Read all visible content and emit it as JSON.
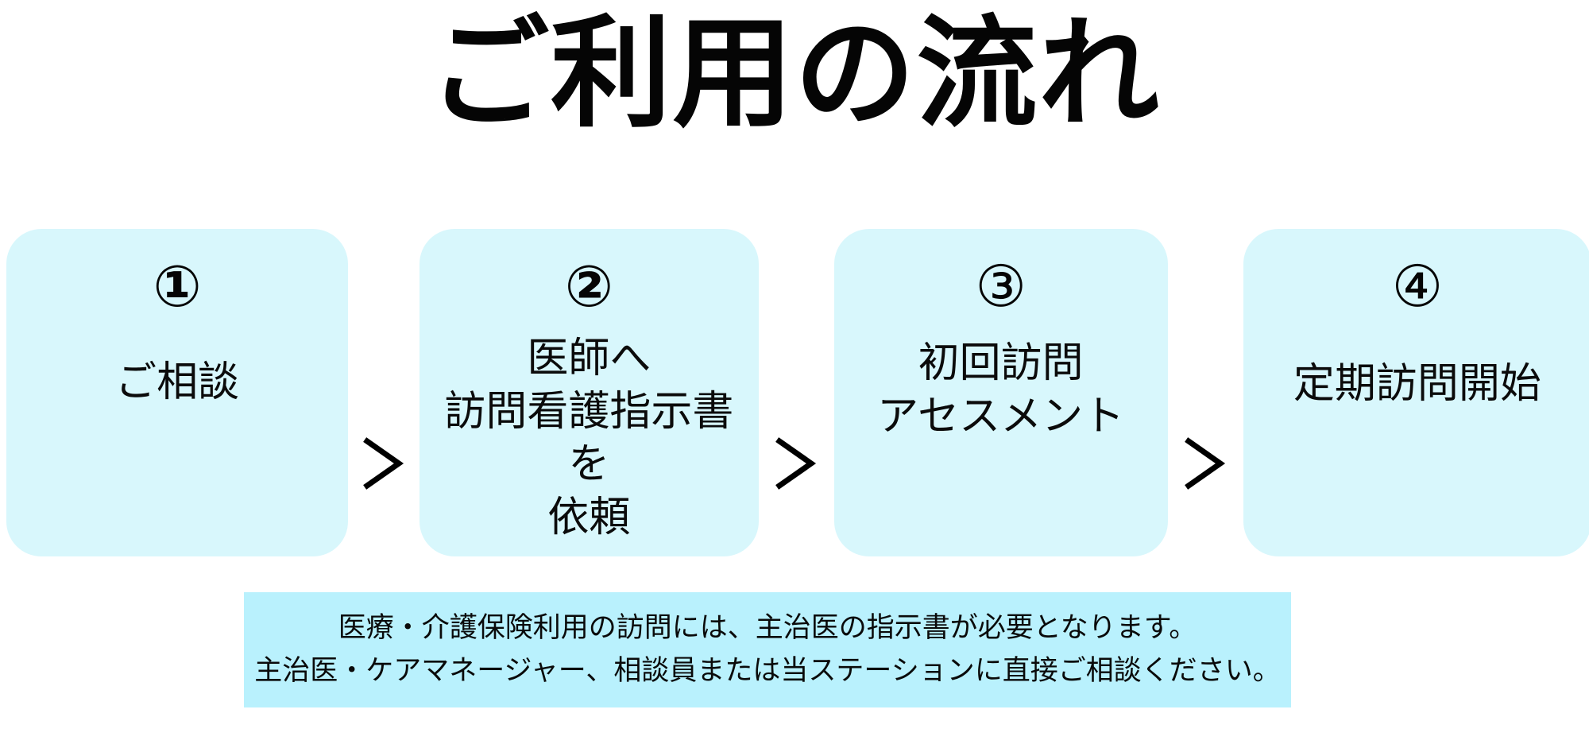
{
  "page": {
    "title": "ご利用の流れ",
    "background_color": "#ffffff",
    "card_color": "#d8f7fc",
    "note_color": "#b9f1fd",
    "text_color": "#000000"
  },
  "steps": [
    {
      "number": "①",
      "label": "ご相談",
      "separator_after": ">"
    },
    {
      "number": "②",
      "label": "医師へ\n訪問看護指示書を\n依頼",
      "separator_after": ">"
    },
    {
      "number": "③",
      "label": "初回訪問\nアセスメント",
      "separator_after": ">"
    },
    {
      "number": "④",
      "label": "定期訪問開始",
      "separator_after": ""
    }
  ],
  "note": {
    "line1": "医療・介護保険利用の訪問には、主治医の指示書が必要となります。",
    "line2": "主治医・ケアマネージャー、相談員または当ステーションに直接ご相談ください。"
  }
}
